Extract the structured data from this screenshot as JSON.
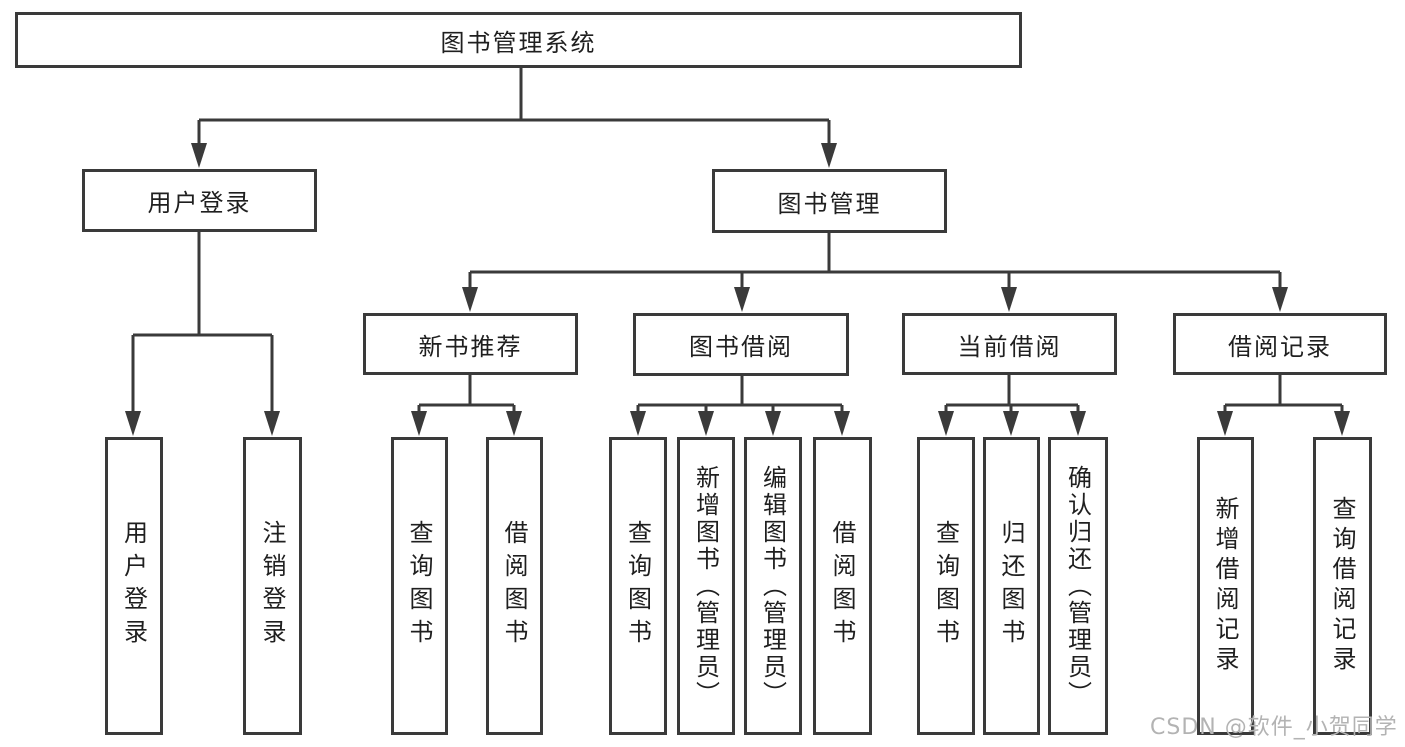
{
  "tree": {
    "root": {
      "label": "图书管理系统",
      "children": [
        {
          "label": "用户登录",
          "children": [
            {
              "label": "用户登录"
            },
            {
              "label": "注销登录"
            }
          ]
        },
        {
          "label": "图书管理",
          "children": [
            {
              "label": "新书推荐",
              "children": [
                {
                  "label": "查询图书"
                },
                {
                  "label": "借阅图书"
                }
              ]
            },
            {
              "label": "图书借阅",
              "children": [
                {
                  "label": "查询图书"
                },
                {
                  "label": "新增图书（管理员）"
                },
                {
                  "label": "编辑图书（管理员）"
                },
                {
                  "label": "借阅图书"
                }
              ]
            },
            {
              "label": "当前借阅",
              "children": [
                {
                  "label": "查询图书"
                },
                {
                  "label": "归还图书"
                },
                {
                  "label": "确认归还（管理员）"
                }
              ]
            },
            {
              "label": "借阅记录",
              "children": [
                {
                  "label": "新增借阅记录"
                },
                {
                  "label": "查询借阅记录"
                }
              ]
            }
          ]
        }
      ]
    }
  },
  "watermark": {
    "text": "CSDN @软件_小贺同学"
  },
  "colors": {
    "line": "#3a3a3a",
    "box_border": "#3a3a3a",
    "text": "#1f1f1f",
    "watermark": "#b3b3b3",
    "background": "#ffffff"
  }
}
